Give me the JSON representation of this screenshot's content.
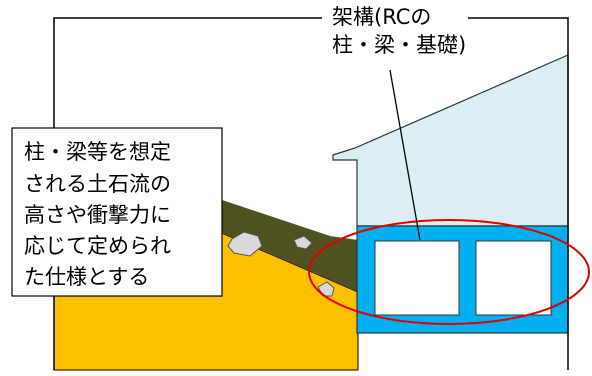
{
  "diagram": {
    "structure_label": [
      "架構(RCの",
      "柱・梁・基礎)"
    ],
    "callout_label": [
      "柱・梁等を想定",
      "される土石流の",
      "高さや衝撃力に",
      "応じて定められ",
      "た仕様とする"
    ],
    "colors": {
      "ground": "#ffc000",
      "debris_flow": "#4f5220",
      "upper_floor": "#daeef3",
      "rc_frame": "#00b0f0",
      "highlight_ellipse": "#e00000",
      "boulder": "#d9d9d9"
    }
  }
}
